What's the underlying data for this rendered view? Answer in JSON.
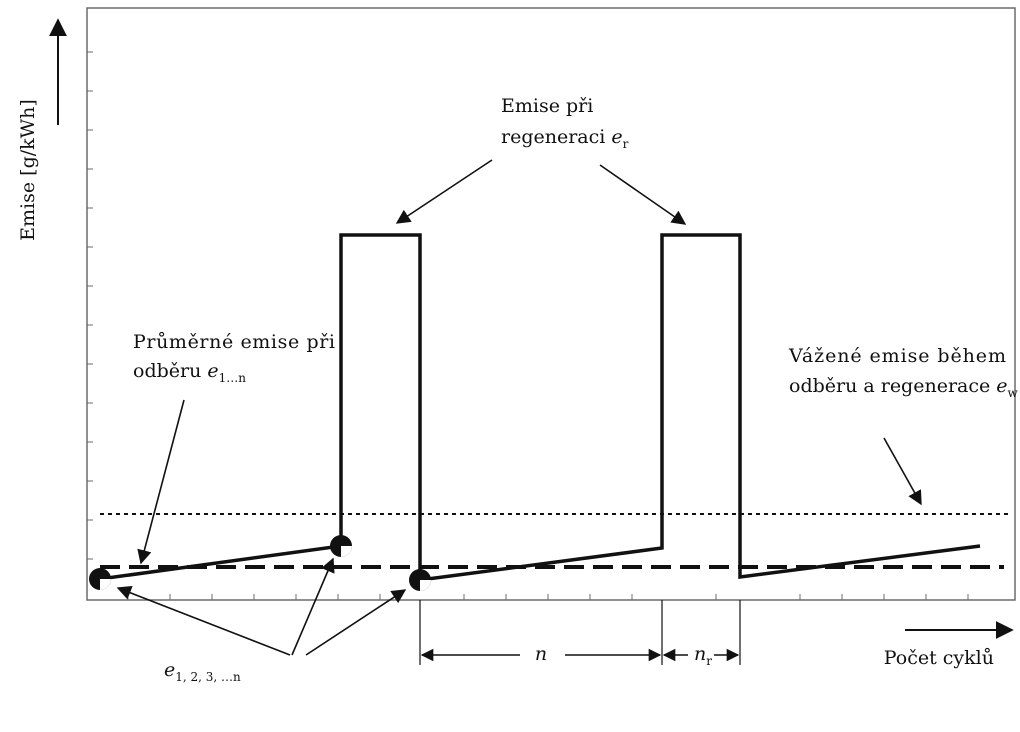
{
  "axes": {
    "y_label": "Emise [g/kWh]",
    "x_label": "Počet cyklů"
  },
  "annotations": {
    "regen_line1": "Emise při",
    "regen_line2": "regeneraci",
    "regen_sym": "e",
    "regen_sub": "r",
    "avg_line1": "Průměrné emise při",
    "avg_line2": "odběru",
    "avg_sym": "e",
    "avg_sub": "1…n",
    "weighted_line1": "Vážené emise během",
    "weighted_line2": "odběru a regenerace",
    "weighted_sym": "e",
    "weighted_sub": "w",
    "points_sym": "e",
    "points_sub": "1, 2, 3, …n",
    "interval_n": "n",
    "interval_nr_sym": "n",
    "interval_nr_sub": "r"
  },
  "colors": {
    "ink": "#111111",
    "frame": "#6b6b6b"
  }
}
